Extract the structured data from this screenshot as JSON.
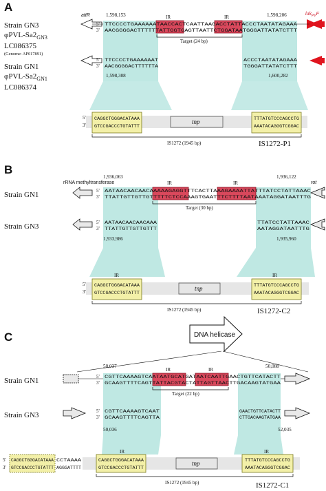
{
  "panels": {
    "A": {
      "letter": "A",
      "strain_top": "Strain GN3",
      "phage_top": "φPVL-Sa2",
      "phage_top_sub": "GN3",
      "acc_top": "LC086375",
      "genome_note": "(Genome: AP017891)",
      "strain_bottom": "Strain GN1",
      "phage_bottom": "φPVL-Sa2",
      "phage_bottom_sub": "GN1",
      "acc_bottom": "LC086374",
      "gene_left": "attR",
      "gene_right": "luk",
      "gene_right_sub": "PV",
      "gene_right_tail": "F",
      "coord_top_left": "1,598,153",
      "coord_top_right": "1,598,206",
      "coord_bot_left": "1,598,308",
      "coord_bot_right": "1,600,282",
      "ir_left": "IR",
      "ir_right": "IR",
      "target": "Target (24 bp)",
      "seq_top_5": "TTCCCCTGAAAAAATAACCACTCAATTAAGACCTATTACCCTAATATAGAAA",
      "seq_top_3": "AACGGGGACTTTTTTATTGGTGAGTTAATTCTGGATAATGGGATTATATCTTT",
      "seq_bot_5": "TTCCCCTGAAAAAAT",
      "seq_bot_3": "AACGGGGACTTTTTTA",
      "seq_bot_5r": "ACCCTAATATAGAAA",
      "seq_bot_3r": "TGGGATTATATCTTT",
      "is_left_5": "CAGGCTGGGACATAAA",
      "is_left_3": "GTCCGACCCTGTATTT",
      "is_right_5": "TTTATGTCCCAGCCTG",
      "is_right_3": "AAATACAGGGTCGGAC",
      "tnp": "tnp",
      "is_length": "IS1272 (1945 bp)",
      "is_name": "IS1272-P1",
      "strand5": "5'",
      "strand3": "3'"
    },
    "B": {
      "letter": "B",
      "strain_top": "Strain GN1",
      "strain_bottom": "Strain GN3",
      "gene_left": "rRNA methyltransferase",
      "gene_right": "rot",
      "coord_top_left": "1,936,063",
      "coord_top_right": "1,936,122",
      "coord_bot_left": "1,933,986",
      "coord_bot_right": "1,935,960",
      "ir_left": "IR",
      "ir_right": "IR",
      "target": "Target (30 bp)",
      "seq_top_5": "AATAACAACAACAAAAAGAGGTTTCACTTAAAGAAAATTATTTATCCTATTAAAC",
      "seq_top_3": "TTATTGTTGTTGTTTTTCTCCAAAGTGAATTTCTTTTAATAAATAGGATAATTTG",
      "seq_bot_5": "AATAACAACAACAAA",
      "seq_bot_3": "TTATTGTTGTTGTTT",
      "seq_bot_5r": "TTATCCTATTAAAC",
      "seq_bot_3r": "AATAGGATAATTTG",
      "is_ir_left": "IR",
      "is_ir_right": "IR",
      "is_left_5": "CAGGCTGGGACATAAA",
      "is_left_3": "GTCCGACCCTGTATTT",
      "is_right_5": "TTTATGTCCCAGCCTG",
      "is_right_3": "AAATACAGGGTCGGAC",
      "tnp": "tnp",
      "is_length": "IS1272 (1945 bp)",
      "is_name": "IS1272-C2",
      "strand5": "5'",
      "strand3": "3'"
    },
    "C": {
      "letter": "C",
      "helicase": "DNA helicase",
      "strain_top": "Strain GN1",
      "strain_bottom": "Strain GN3",
      "coord_top_left": "50,037",
      "coord_top_right": "50,088",
      "coord_bot_left": "50,036",
      "coord_bot_right": "52,035",
      "ir_left": "IR",
      "ir_right": "IR",
      "target": "Target (22 bp)",
      "seq_top_5": "CGTTCAAAAGTCAATAATGCATGATAATCAATTGAACTGTTCATACTT",
      "seq_top_3": "GCAAGTTTTCAGTTATTACGTACTATTAGTTAACTTGACAAGTATGAA",
      "seq_bot_5": "CGTTCAAAAGTCAAT",
      "seq_bot_3": "GCAAGTTTTCAGTTA",
      "seq_bot_5r": "GAACTGTTCATACTT",
      "seq_bot_3r": "CTTGACAAGTATGAA",
      "is_ir_left": "IR",
      "is_ir_right": "IR",
      "flank_5": "CAGGCTGGGACATAAA",
      "flank_3": "GTCCGACCCTGTATTT",
      "flank_tail_5": "CCTAAAA",
      "flank_tail_3": "AGGGATTTT",
      "is_left_5": "CAGGCTGGGACATAAA",
      "is_left_3": "GTCCGACCCTGTATTT",
      "is_right_5": "TTTATGTCCCAGCCTG",
      "is_right_3": "AAATACAGGGTCGGAC",
      "tnp": "tnp",
      "is_length": "IS1272 (1945 bp)",
      "is_name": "IS1272-C1",
      "strand5": "5'",
      "strand3": "3'"
    }
  },
  "colors": {
    "cyan": "#bfe8e3",
    "red_box": "#d9485c",
    "yellow_box": "#f3f0a8",
    "gray_tnp": "#e4e4e4",
    "arrow_red": "#e0141e",
    "arrow_gray": "#e9e9e9"
  }
}
